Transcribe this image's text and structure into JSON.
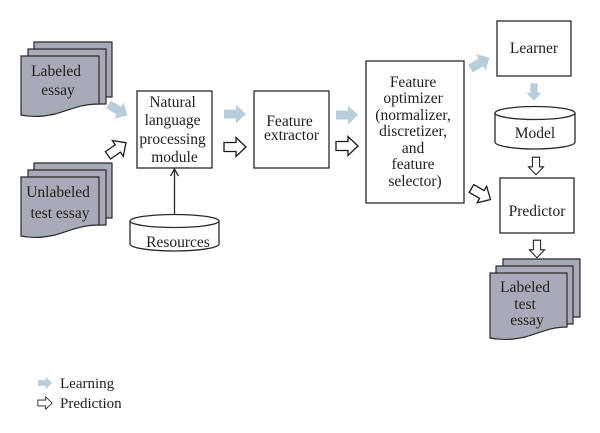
{
  "diagram": {
    "nodes": {
      "labeled_essay": {
        "lines": [
          "Labeled",
          "essay"
        ],
        "shape": "document-stack"
      },
      "unlabeled_test_essay": {
        "lines": [
          "Unlabeled",
          "test essay"
        ],
        "shape": "document-stack"
      },
      "nlp_module": {
        "lines": [
          "Natural",
          "language",
          "processing",
          "module"
        ],
        "shape": "box"
      },
      "resources": {
        "lines": [
          "Resources"
        ],
        "shape": "cylinder"
      },
      "feature_extractor": {
        "lines": [
          "Feature",
          "extractor"
        ],
        "shape": "box"
      },
      "feature_optimizer": {
        "lines": [
          "Feature",
          "optimizer",
          "(normalizer,",
          "discretizer,",
          "and",
          "feature",
          "selector)"
        ],
        "shape": "box"
      },
      "learner": {
        "lines": [
          "Learner"
        ],
        "shape": "box"
      },
      "model": {
        "lines": [
          "Model"
        ],
        "shape": "cylinder"
      },
      "predictor": {
        "lines": [
          "Predictor"
        ],
        "shape": "box"
      },
      "labeled_test_essay": {
        "lines": [
          "Labeled",
          "test",
          "essay"
        ],
        "shape": "document-stack"
      }
    },
    "edges": [
      {
        "from": "labeled_essay",
        "to": "nlp_module",
        "type": "learning"
      },
      {
        "from": "unlabeled_test_essay",
        "to": "nlp_module",
        "type": "prediction"
      },
      {
        "from": "resources",
        "to": "nlp_module",
        "type": "plain"
      },
      {
        "from": "nlp_module",
        "to": "feature_extractor",
        "type": "learning"
      },
      {
        "from": "nlp_module",
        "to": "feature_extractor",
        "type": "prediction"
      },
      {
        "from": "feature_extractor",
        "to": "feature_optimizer",
        "type": "learning"
      },
      {
        "from": "feature_extractor",
        "to": "feature_optimizer",
        "type": "prediction"
      },
      {
        "from": "feature_optimizer",
        "to": "learner",
        "type": "learning"
      },
      {
        "from": "learner",
        "to": "model",
        "type": "learning"
      },
      {
        "from": "model",
        "to": "predictor",
        "type": "prediction"
      },
      {
        "from": "feature_optimizer",
        "to": "predictor",
        "type": "prediction"
      },
      {
        "from": "predictor",
        "to": "labeled_test_essay",
        "type": "prediction"
      }
    ],
    "legend": {
      "learning": {
        "label": "Learning",
        "color": "#b8cedd"
      },
      "prediction": {
        "label": "Prediction",
        "color": "#ffffff"
      }
    },
    "colors": {
      "document_fill": "#a9aab8",
      "learning_arrow": "#b8cedd",
      "stroke": "#2a2a2a"
    }
  }
}
